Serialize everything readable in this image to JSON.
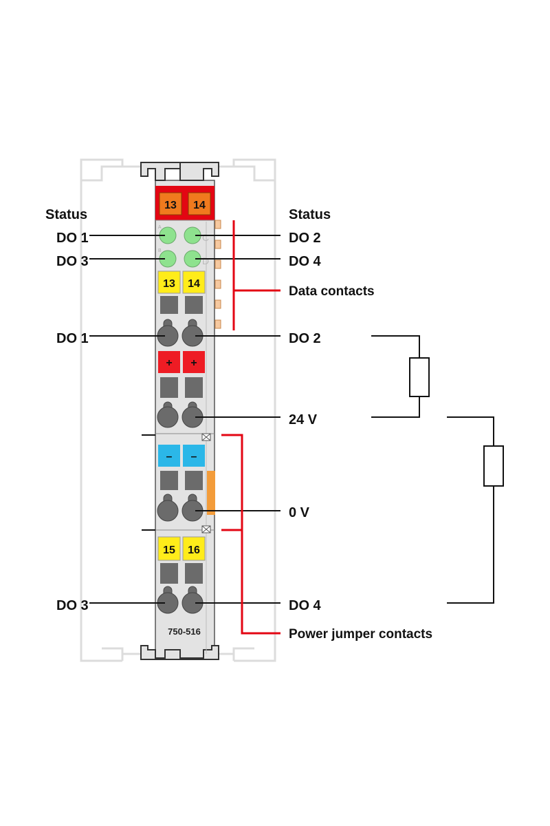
{
  "module": {
    "model": "750-516",
    "led_letters": [
      "A",
      "B",
      "C",
      "D"
    ]
  },
  "markers": {
    "top_orange": [
      "13",
      "14"
    ],
    "yellow_upper": [
      "13",
      "14"
    ],
    "red_plus": [
      "+",
      "+"
    ],
    "blue_minus": [
      "–",
      "–"
    ],
    "yellow_lower": [
      "15",
      "16"
    ]
  },
  "labels": {
    "status_left": "Status",
    "status_right": "Status",
    "led_do1": "DO 1",
    "led_do2": "DO 2",
    "led_do3": "DO 3",
    "led_do4": "DO 4",
    "data_contacts": "Data contacts",
    "term_do1": "DO 1",
    "term_do2": "DO 2",
    "v24": "24 V",
    "v0": "0 V",
    "term_do3": "DO 3",
    "term_do4": "DO 4",
    "power_jumper_contacts": "Power jumper contacts"
  },
  "colors": {
    "led_green": "#8ee28e",
    "marker_orange": "#f07a1e",
    "marker_yellow": "#ffec1a",
    "marker_red": "#ee1c24",
    "marker_blue": "#2bb7e8",
    "bracket_red": "#e30613",
    "housing_gray": "#e3e3e3",
    "clamp_gray": "#6b6b6b"
  }
}
